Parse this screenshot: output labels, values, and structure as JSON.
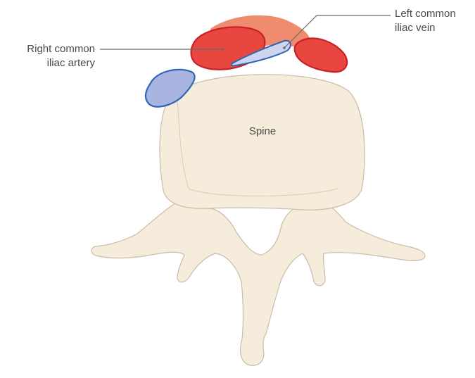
{
  "labels": {
    "right_common_iliac_artery": [
      "Right common",
      "iliac artery"
    ],
    "left_common_iliac_vein": [
      "Left common",
      "iliac vein"
    ],
    "spine": "Spine"
  },
  "colors": {
    "bone_fill": "#f6ecdc",
    "bone_stroke": "#c9bca8",
    "artery_fill": "#e8473f",
    "artery_light_fill": "#ef8c6d",
    "artery_stroke": "#c8202a",
    "vein_fill": "#a9b4e0",
    "vein_light_fill": "#cfd5ee",
    "vein_stroke": "#2f66b5",
    "leader_line": "#6a6a6a",
    "text": "#4a4a4a"
  }
}
